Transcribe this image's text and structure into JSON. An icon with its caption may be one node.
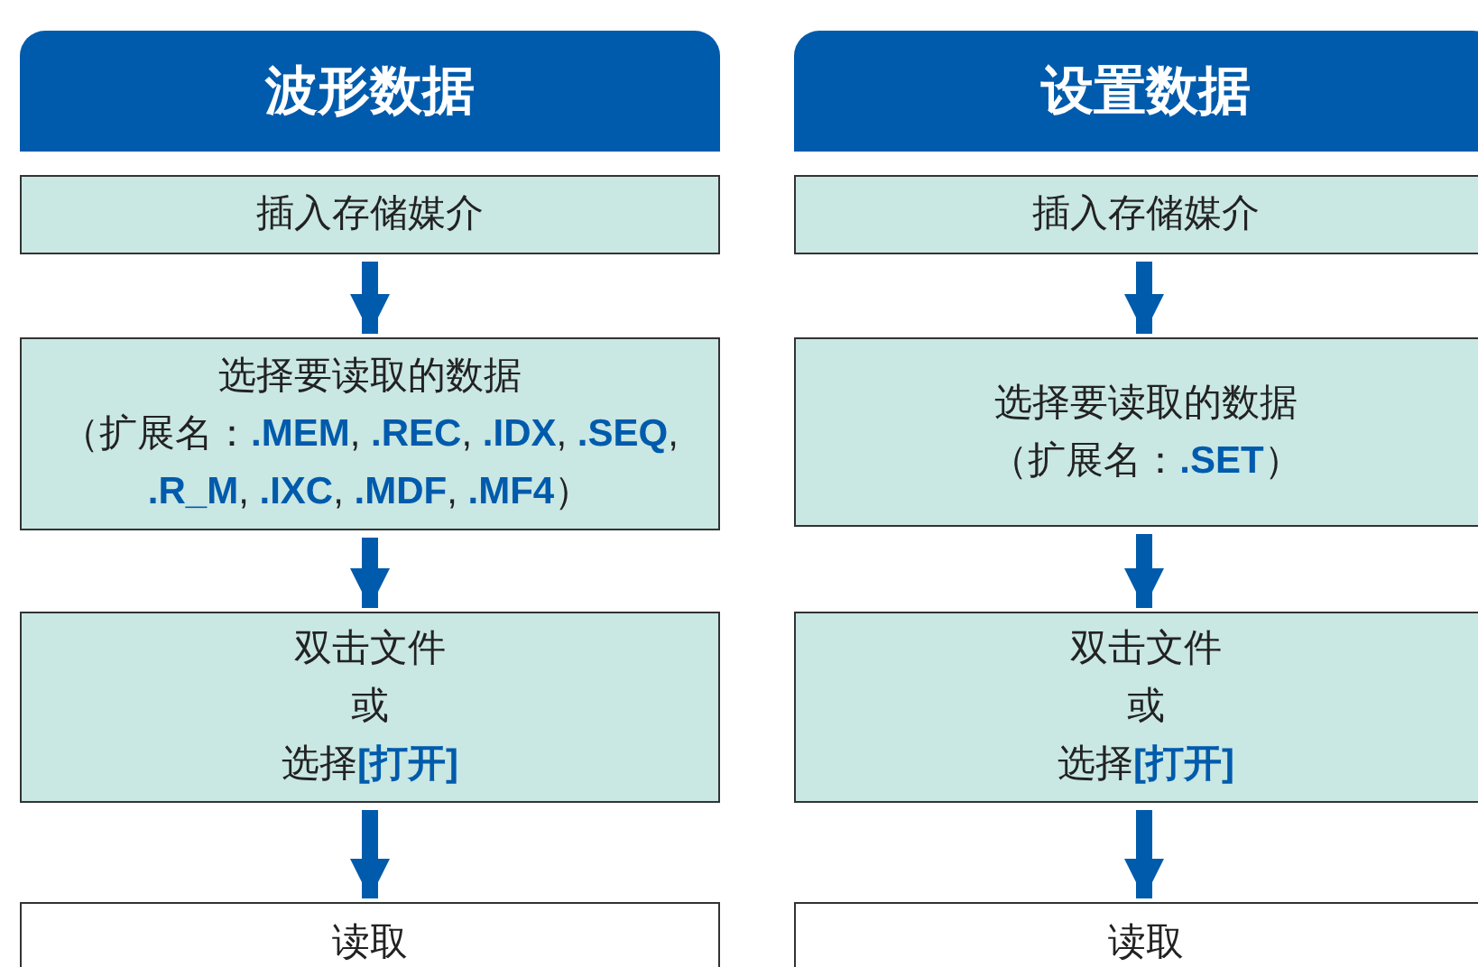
{
  "diagram": {
    "nodes": [
      {
        "text": [
          "波形数据"
        ]
      },
      {
        "text": [
          "插入存储媒介"
        ]
      },
      {
        "text": [
          "选择要读取的数据",
          "（扩展名：**.MEM**, **.REC**, **.IDX**, **.SEQ**, **.R_M**, **.IXC**, **.MDF**, **.MF4**）"
        ]
      },
      {
        "text": [
          "双击文件",
          "或",
          "选择**[打开]**"
        ]
      },
      {
        "text": [
          "读取"
        ]
      },
      {
        "text": [
          "设置数据"
        ]
      },
      {
        "text": [
          "插入存储媒介"
        ]
      },
      {
        "text": [
          "选择要读取的数据",
          "（扩展名：**.SET**）"
        ]
      },
      {
        "text": [
          "双击文件",
          "或",
          "选择**[打开]**"
        ]
      },
      {
        "text": [
          "读取"
        ]
      }
    ],
    "edges": [
      {
        "from": 1,
        "to": 2,
        "arrow": "to"
      },
      {
        "from": 2,
        "to": 3,
        "arrow": "to"
      },
      {
        "from": 3,
        "to": 4,
        "arrow": "to"
      },
      {
        "from": 6,
        "to": 7,
        "arrow": "to"
      },
      {
        "from": 7,
        "to": 8,
        "arrow": "to"
      },
      {
        "from": 8,
        "to": 9,
        "arrow": "to"
      }
    ]
  }
}
